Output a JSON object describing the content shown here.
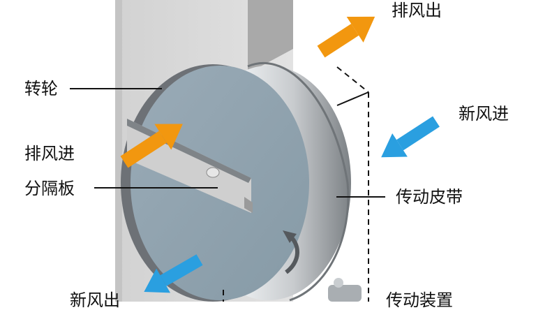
{
  "labels": {
    "rotor": "转轮",
    "exhaust_in": "排风进",
    "divider": "分隔板",
    "exhaust_out": "排风出",
    "fresh_in": "新风进",
    "drive_belt": "传动皮带",
    "fresh_out": "新风出",
    "drive_unit": "传动装置"
  },
  "colors": {
    "exhaust_arrow": "#f2970f",
    "fresh_arrow": "#2a9fe0",
    "housing": "#d6d6d6",
    "wheel_face": "#8fa1ad",
    "wheel_rim": "#b8bcbf",
    "leader_line": "#111111"
  }
}
